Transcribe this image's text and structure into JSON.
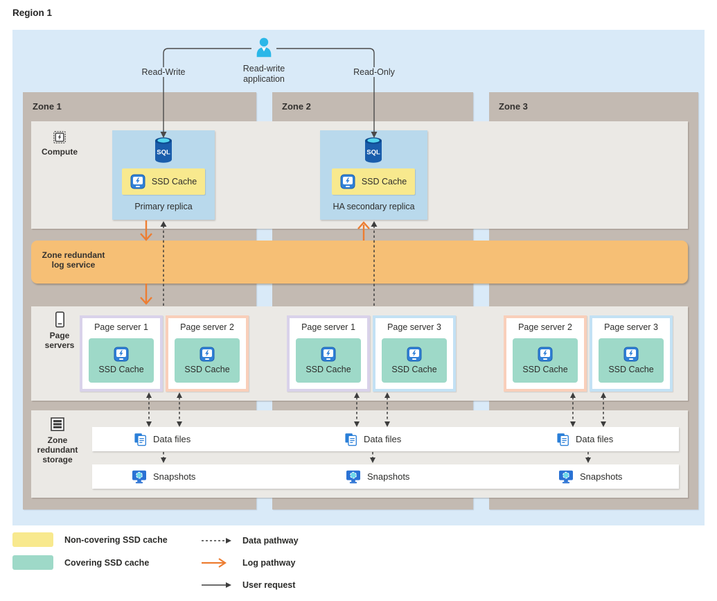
{
  "region": {
    "title": "Region 1"
  },
  "application": {
    "name": "Read-write application",
    "line1": "Read-write",
    "line2": "application",
    "read_write_label": "Read-Write",
    "read_only_label": "Read-Only"
  },
  "zones": [
    {
      "label": "Zone 1"
    },
    {
      "label": "Zone 2"
    },
    {
      "label": "Zone 3"
    }
  ],
  "labels": {
    "compute": "Compute",
    "sql": "SQL",
    "ssd_cache": "SSD Cache",
    "log_service_line1": "Zone redundant",
    "log_service_line2": "log service",
    "page_servers_line1": "Page",
    "page_servers_line2": "servers",
    "storage_line1": "Zone",
    "storage_line2": "redundant",
    "storage_line3": "storage",
    "data_files": "Data files",
    "snapshots": "Snapshots"
  },
  "replicas": [
    {
      "zone": "Zone 1",
      "name": "Primary replica",
      "cache": "non-covering"
    },
    {
      "zone": "Zone 2",
      "name": "HA secondary replica",
      "cache": "non-covering"
    }
  ],
  "page_servers": [
    {
      "zone": "Zone 1",
      "servers": [
        {
          "name": "Page server 1",
          "border_color": "#d9d2ea"
        },
        {
          "name": "Page server 2",
          "border_color": "#f9cfba"
        }
      ]
    },
    {
      "zone": "Zone 2",
      "servers": [
        {
          "name": "Page server 1",
          "border_color": "#d9d2ea"
        },
        {
          "name": "Page server 3",
          "border_color": "#c3e1f4"
        }
      ]
    },
    {
      "zone": "Zone 3",
      "servers": [
        {
          "name": "Page server 2",
          "border_color": "#f9cfba"
        },
        {
          "name": "Page server 3",
          "border_color": "#c3e1f4"
        }
      ]
    }
  ],
  "legend": {
    "swatches": [
      {
        "label": "Non-covering SSD cache",
        "color": "#f8e98e"
      },
      {
        "label": "Covering SSD cache",
        "color": "#9ed9c8"
      }
    ],
    "arrows": [
      {
        "label": "Data pathway",
        "style": "dashed-dark"
      },
      {
        "label": "Log pathway",
        "style": "solid-orange"
      },
      {
        "label": "User request",
        "style": "solid-dark"
      }
    ]
  },
  "colors": {
    "region_bg": "#d9eaf8",
    "zone_bg": "#c3bab2",
    "band_bg": "#ebe9e5",
    "log_band": "#f6bf75",
    "replica_bg": "#b9d9ec",
    "non_covering_cache": "#f8e98e",
    "covering_cache": "#9ed9c8",
    "log_arrow": "#ed7d31",
    "dark_arrow": "#3d3d3d"
  }
}
